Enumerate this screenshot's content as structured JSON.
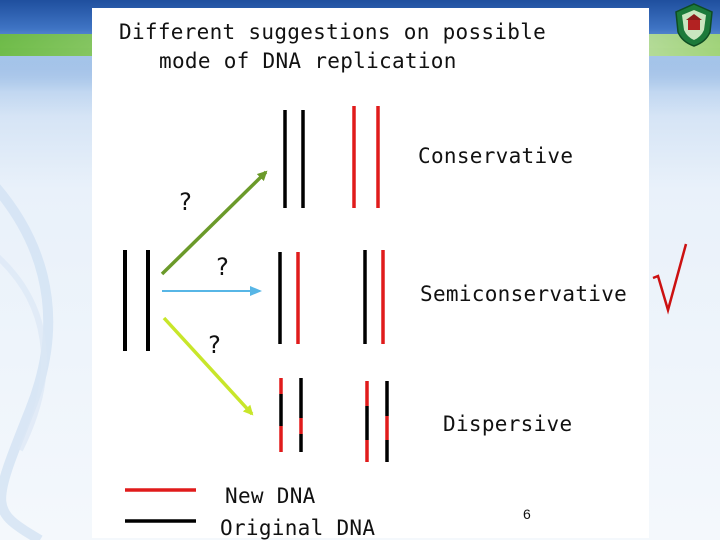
{
  "slide": {
    "title_line1": "Different suggestions on possible",
    "title_line2": "mode of DNA replication",
    "page_number": "6"
  },
  "diagram": {
    "models": [
      {
        "label": "Conservative"
      },
      {
        "label": "Semiconservative",
        "marked_correct": true
      },
      {
        "label": "Dispersive"
      }
    ],
    "question_marks": [
      "?",
      "?",
      "?"
    ],
    "legend": [
      {
        "label": "New DNA",
        "color": "#e01b1b"
      },
      {
        "label": "Original DNA",
        "color": "#000000"
      }
    ],
    "arrow_colors": {
      "conservative": "#6b9a2a",
      "semiconservative": "#57b6e6",
      "dispersive": "#c8e62a"
    }
  },
  "theme": {
    "accent_green": "#6fbf3a",
    "header_blue": "#2f5fb0"
  }
}
